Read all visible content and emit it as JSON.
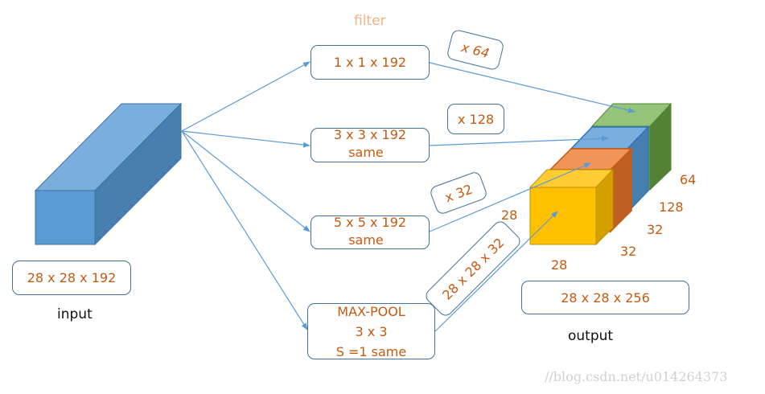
{
  "title_label": "filter",
  "input": {
    "size_label": "28 x 28 x 192",
    "caption": "input",
    "color_front": "#5b9bd5",
    "color_top": "#7aaedd",
    "color_side": "#477eb0"
  },
  "filters": [
    {
      "line1": "1 x 1 x 192",
      "line2": ""
    },
    {
      "line1": "3 x 3 x 192",
      "line2": "same"
    },
    {
      "line1": "5 x 5 x 192",
      "line2": "same"
    },
    {
      "line1": "MAX-POOL",
      "line2": "3 x 3",
      "line3": "S =1 same"
    }
  ],
  "multipliers": [
    "x 64",
    "x 128",
    "x 32",
    "28 x 28 x 32"
  ],
  "output": {
    "blocks": [
      {
        "name": "green",
        "channels": "64",
        "front": "#70ad47",
        "top": "#94c47a",
        "side": "#548235"
      },
      {
        "name": "blue",
        "channels": "128",
        "front": "#5b9bd5",
        "top": "#7aaedd",
        "side": "#477eb0"
      },
      {
        "name": "orange",
        "channels": "32",
        "front": "#ed7d31",
        "top": "#f09458",
        "side": "#c05f22"
      },
      {
        "name": "yellow",
        "channels": "32",
        "front": "#ffc000",
        "top": "#ffcd33",
        "side": "#d4a000"
      }
    ],
    "height_label": "28",
    "width_label": "28",
    "size_label": "28 x 28 x 256",
    "caption": "output"
  },
  "colors": {
    "arrow": "#5b9bd5",
    "box_border": "#41719c",
    "text_orange": "#c55a11",
    "filter_title": "#f4b183"
  },
  "watermark": "//blog.csdn.net/u014264373"
}
